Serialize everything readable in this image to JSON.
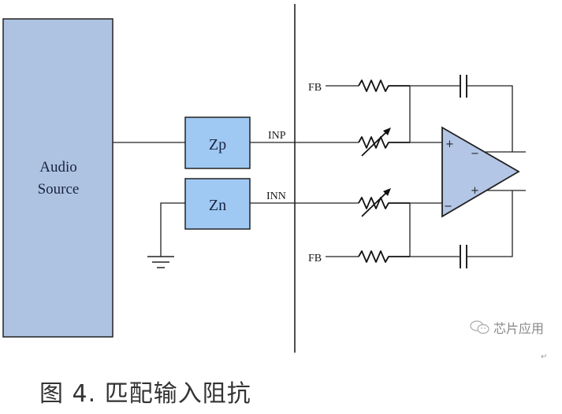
{
  "diagram": {
    "audio_source": {
      "label_line1": "Audio",
      "label_line2": "Source"
    },
    "impedances": [
      {
        "id": "zp",
        "label": "Zp"
      },
      {
        "id": "zn",
        "label": "Zn"
      }
    ],
    "nets": {
      "inp": "INP",
      "inn": "INN",
      "fb_top": "FB",
      "fb_bottom": "FB"
    },
    "opamp": {
      "input_plus": "+",
      "input_minus": "−",
      "output_minus": "−",
      "output_plus": "+"
    },
    "colors": {
      "audio_source_fill": "#aec3e2",
      "impedance_fill": "#9fc9f2",
      "opamp_fill": "#b3c6e5",
      "line": "#222222"
    }
  },
  "caption": "图 4. 匹配输入阻抗",
  "watermark": {
    "text": "芯片应用"
  },
  "paragraph_mark": "↵"
}
